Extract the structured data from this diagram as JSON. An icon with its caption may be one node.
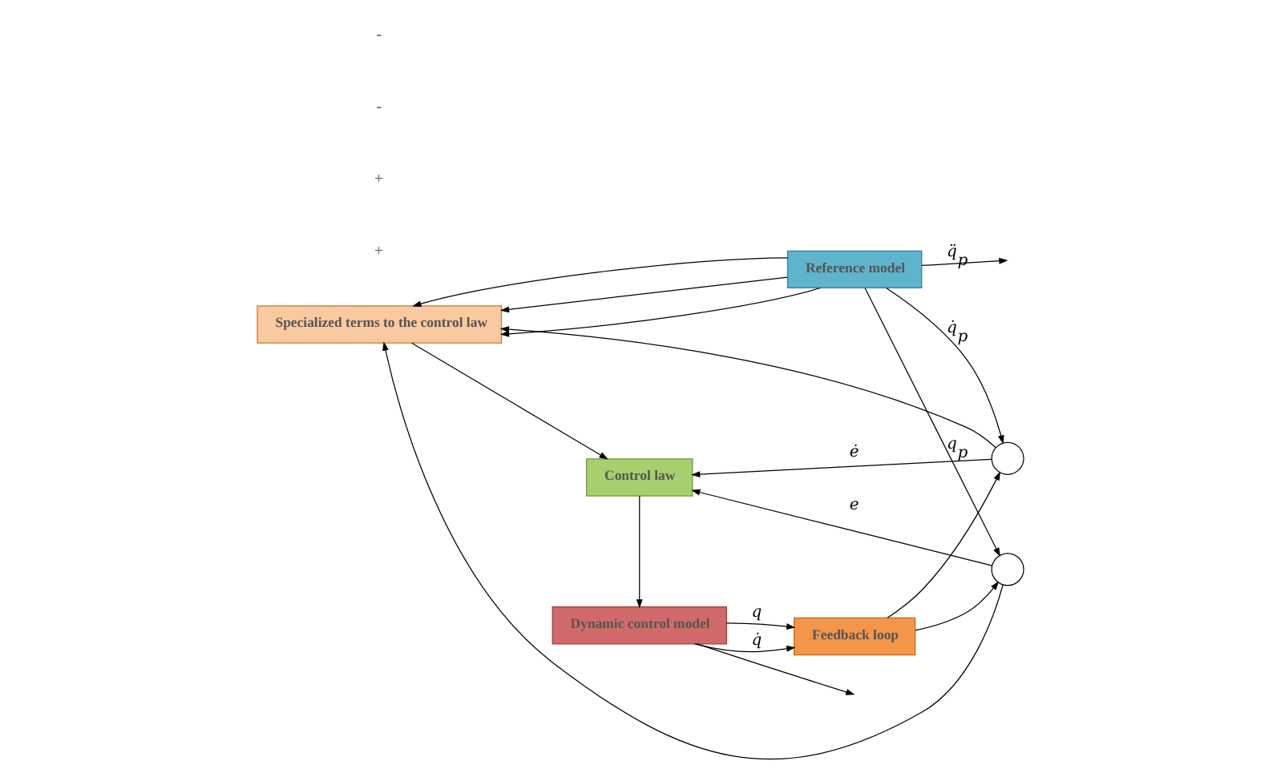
{
  "diagram": {
    "nodes": [
      {
        "text": [
          "Specialized terms to the control law"
        ]
      },
      {
        "text": [
          "Reference model"
        ]
      },
      {
        "text": [],
        "shape": "circle"
      },
      {
        "text": [],
        "shape": "circle"
      },
      {
        "text": [
          "Control law"
        ]
      },
      {
        "text": [
          "Dynamic control model"
        ]
      },
      {
        "text": [
          "Feedback loop"
        ]
      }
    ],
    "edges": [
      {
        "from": 1,
        "to": 3,
        "arrow": "to",
        "label": "q$_{p}$"
      },
      {
        "from": 1,
        "to": 2,
        "arrow": "to",
        "label": "q̇$_{p}$"
      },
      {
        "from": 1,
        "to": null,
        "arrow": "to",
        "label": "q̈$_{p}$"
      },
      {
        "from": 1,
        "to": 0,
        "arrow": "to"
      },
      {
        "from": 1,
        "to": 0,
        "arrow": "to"
      },
      {
        "from": 1,
        "to": 0,
        "arrow": "to"
      },
      {
        "from": 3,
        "to": 4,
        "arrow": "to",
        "label": "e"
      },
      {
        "from": 2,
        "to": 4,
        "arrow": "to",
        "label": "ė"
      },
      {
        "from": 3,
        "to": 0,
        "arrow": "to"
      },
      {
        "from": 2,
        "to": 0,
        "arrow": "to"
      },
      {
        "from": 0,
        "to": 4,
        "arrow": "to"
      },
      {
        "from": 4,
        "to": 5,
        "arrow": "to"
      },
      {
        "from": 5,
        "to": 6,
        "arrow": "to",
        "label": "q"
      },
      {
        "from": 5,
        "to": 6,
        "arrow": "to",
        "label": "q̇"
      },
      {
        "from": 5,
        "to": null,
        "arrow": "to"
      },
      {
        "from": 6,
        "to": 2,
        "arrow": "to"
      },
      {
        "from": 6,
        "to": 3,
        "arrow": "to"
      }
    ],
    "labels": [
      "+",
      "+",
      "-",
      "-"
    ]
  }
}
